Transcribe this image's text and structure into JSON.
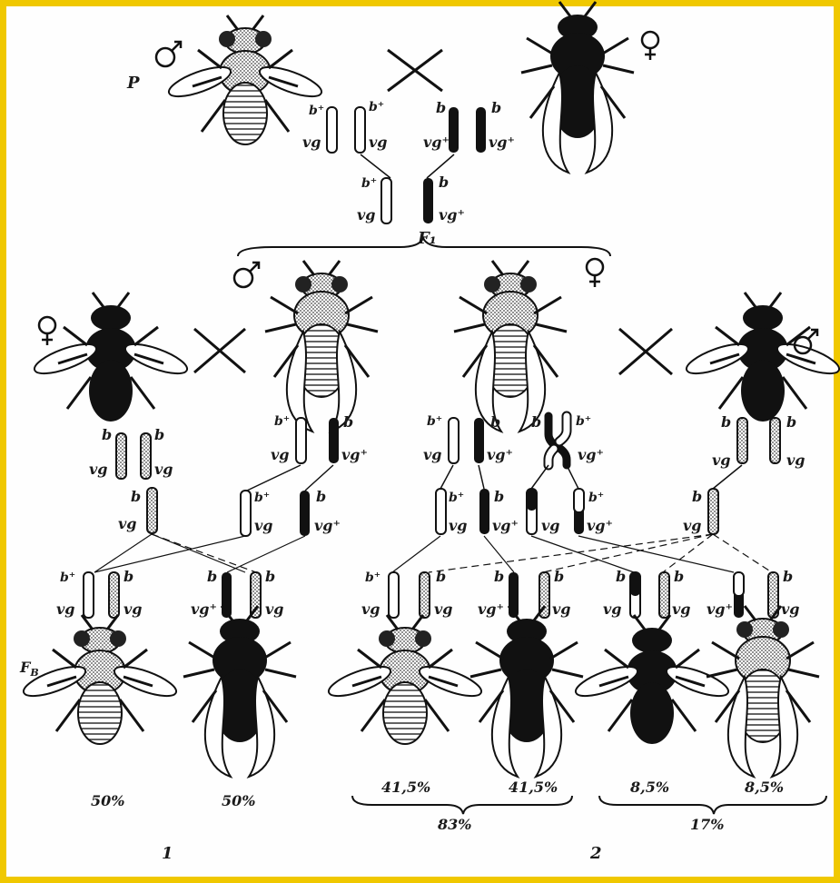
{
  "gen": {
    "p": "P",
    "f1": "F₁",
    "fb": "F_B"
  },
  "sex": {
    "male": "♂",
    "female": "♀"
  },
  "alleles": {
    "b": "b",
    "b_plus": "b⁺",
    "vg": "vg",
    "vg_plus": "vg⁺"
  },
  "percent": {
    "cross1_a": "50%",
    "cross1_b": "50%",
    "cross2_a": "41,5%",
    "cross2_b": "41,5%",
    "cross2_c": "8,5%",
    "cross2_d": "8,5%",
    "cross2_sum_parental": "83%",
    "cross2_sum_recombinant": "17%"
  },
  "cross_labels": {
    "one": "1",
    "two": "2"
  },
  "colors": {
    "frame": "#f0c800",
    "ink": "#1a1a1a",
    "stipple": "#8a8a8a"
  },
  "icons": {
    "fly_dark": "black-body vestigial-wing fly",
    "fly_light": "grey-body normal-wing fly",
    "fly_dark_wing": "black-body normal-wing fly",
    "fly_light_vest": "grey-body vestigial-wing fly"
  }
}
